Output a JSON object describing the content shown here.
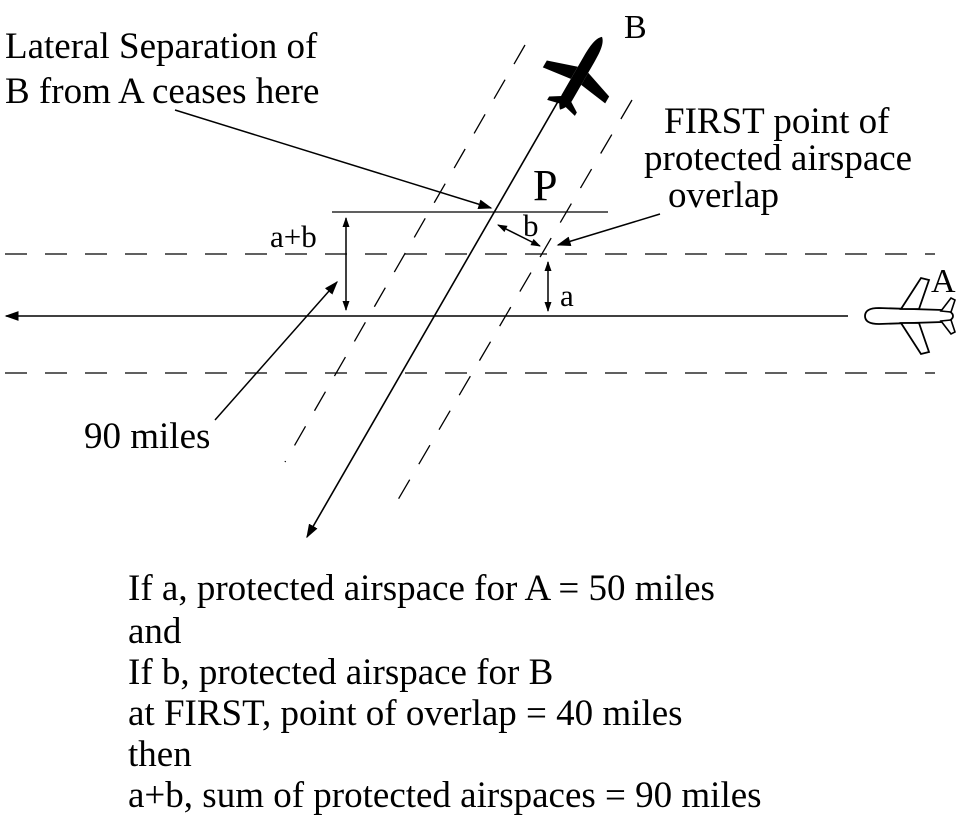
{
  "colors": {
    "ink": "#000000",
    "label_p": "#888888",
    "plane_fill": "#ffffff"
  },
  "labels": {
    "aircraft_b": "B",
    "aircraft_a": "A",
    "point_p": "P",
    "dim_b": "b",
    "dim_a": "a",
    "dim_a_plus_b": "a+b",
    "lateral_line1": "Lateral Separation of",
    "lateral_line2": "B from A ceases here",
    "first_line1": "FIRST point of",
    "first_line2": "protected airspace",
    "first_line3": "overlap",
    "ninety_miles": "90 miles"
  },
  "legend_lines": [
    "If a, protected airspace for A = 50 miles",
    "and",
    "If b, protected airspace for B",
    "at FIRST, point of overlap = 40 miles",
    "then",
    "a+b, sum of protected airspaces = 90 miles"
  ],
  "icons": {
    "aircraft_b": "airplane-icon",
    "aircraft_a": "airplane-icon"
  }
}
